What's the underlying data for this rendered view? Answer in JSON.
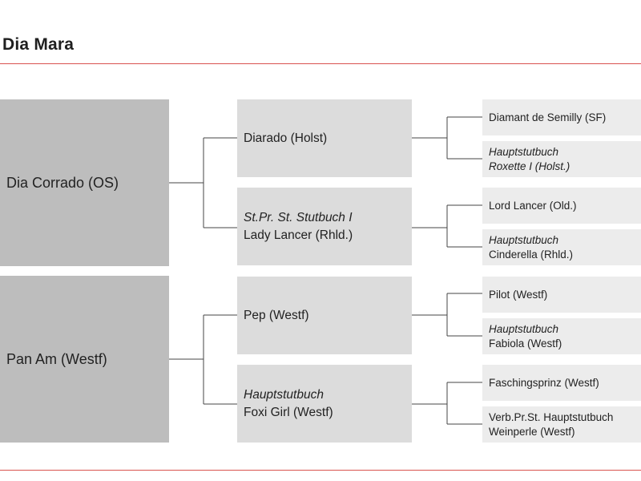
{
  "title": "Dia Mara",
  "sire": {
    "name": "Dia Corrado (OS)",
    "sire": {
      "name": "Diarado (Holst)",
      "sire": {
        "name": "Diamant de Semilly (SF)"
      },
      "dam": {
        "qualifier": "Hauptstutbuch",
        "name": "Roxette I (Holst.)"
      }
    },
    "dam": {
      "qualifier": "St.Pr. St. Stutbuch I",
      "name": "Lady Lancer (Rhld.)",
      "sire": {
        "name": "Lord Lancer (Old.)"
      },
      "dam": {
        "qualifier": "Hauptstutbuch",
        "name": "Cinderella (Rhld.)"
      }
    }
  },
  "dam": {
    "name": "Pan Am (Westf)",
    "sire": {
      "name": "Pep (Westf)",
      "sire": {
        "name": "Pilot (Westf)"
      },
      "dam": {
        "qualifier": "Hauptstutbuch",
        "name": "Fabiola (Westf)"
      }
    },
    "dam": {
      "qualifier": "Hauptstutbuch",
      "name": "Foxi Girl (Westf)",
      "sire": {
        "name": "Faschingsprinz (Westf)"
      },
      "dam": {
        "qualifier": "Verb.Pr.St. Hauptstutbuch",
        "name": "Weinperle (Westf)"
      }
    }
  }
}
